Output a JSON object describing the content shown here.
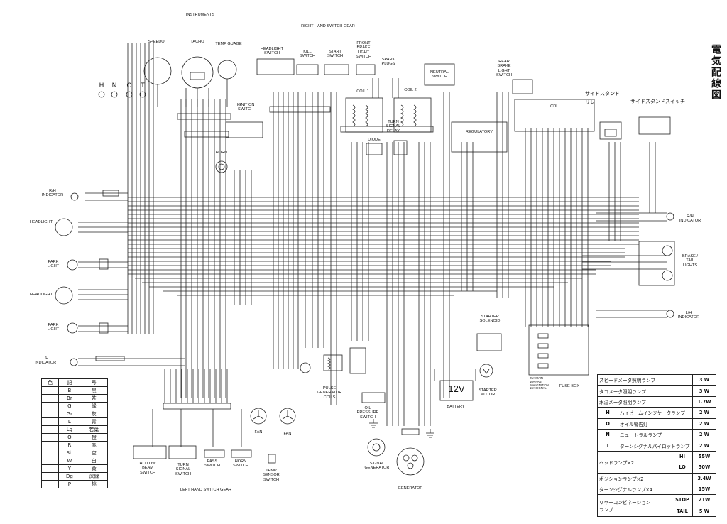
{
  "labels": {
    "instruments": "INSTRUMENTS",
    "right_hand_switch_gear": "RIGHT HAND SWITCH GEAR",
    "left_hand_switch_gear": "LEFT HAND SWITCH GEAR",
    "speedo": "SPEEDO",
    "tacho": "TACHO",
    "temp_guage": "TEMP GUAGE",
    "indicator_letters": [
      "H",
      "N",
      "O",
      "T"
    ],
    "headlight_switch": "HEADLIGHT\nSWITCH",
    "kill_switch": "KILL\nSWITCH",
    "start_switch": "START\nSWITCH",
    "front_brake_light_switch": "FRONT\nBRAKE\nLIGHT\nSWITCH",
    "spark_plugs": "SPARK\nPLUGS",
    "neutral_switch": "NEUTRAL\nSWITCH",
    "rear_brake_light_switch": "REAR\nBRAKE\nLIGHT\nSWITCH",
    "ignition_switch": "IGNITION\nSWITCH",
    "horn": "HORN",
    "coil1": "COIL 1",
    "coil2": "COIL 2",
    "diode": "DIODE",
    "turn_signal_relay": "TURN\nSIGNAL\nRELAY",
    "regulator": "REGULATORY",
    "cdi": "CDI",
    "side_stand_relay": "サイドスタンド\nリレー",
    "side_stand_switch": "サイドスタンドスイッチ",
    "title_jp": "電気配線図",
    "rh_indicator_left": "R/H\nINDICATOR",
    "headlight_top": "HEADLIGHT",
    "park_light_top": "PARK\nLIGHT",
    "headlight_bottom": "HEADLIGHT",
    "park_light_bottom": "PARK\nLIGHT",
    "lh_indicator_left": "L/H\nINDICATOR",
    "rh_indicator_right": "R/H\nINDICATOR",
    "brake_tail_lights": "BRAKE /\nTAIL\nLIGHTS",
    "lh_indicator_right": "L/H\nINDICATOR",
    "starter_solenoid": "STARTER\nSOLENOID",
    "fuse_box": "FUSE BOX",
    "battery": "BATTERY",
    "battery_voltage": "12V",
    "starter_motor": "STARTER\nMOTOR",
    "pulse_generator_coils": "PULSE\nGENERATOR\nCOILS",
    "oil_pressure_switch": "OIL\nPRESSURE\nSWITCH",
    "signal_generator": "SIGNAL\nGENERATOR",
    "generator": "GENERATOR",
    "fan1": "FAN",
    "fan2": "FAN",
    "temp_sensor_switch": "TEMP\nSENSOR\nSWITCH",
    "hi_low_beam_switch": "HI / LOW\nBEAM\nSWITCH",
    "turn_signal_switch": "TURN\nSIGNAL\nSWITCH",
    "pass_switch": "PASS\nSWITCH",
    "horn_switch": "HORN\nSWITCH"
  },
  "fuses": [
    "25A MAIN",
    "10A FAN",
    "10A IGNITION",
    "10A SIGNAL"
  ],
  "color_code": {
    "headers": [
      "色",
      "記",
      "号"
    ],
    "rows": [
      {
        "code": "B",
        "jp": "黒"
      },
      {
        "code": "Br",
        "jp": "茶"
      },
      {
        "code": "G",
        "jp": "緑"
      },
      {
        "code": "Gr",
        "jp": "灰"
      },
      {
        "code": "L",
        "jp": "青"
      },
      {
        "code": "Lg",
        "jp": "若葉"
      },
      {
        "code": "O",
        "jp": "橙"
      },
      {
        "code": "R",
        "jp": "赤"
      },
      {
        "code": "Sb",
        "jp": "空"
      },
      {
        "code": "W",
        "jp": "白"
      },
      {
        "code": "Y",
        "jp": "黄"
      },
      {
        "code": "Dg",
        "jp": "深緑"
      },
      {
        "code": "P",
        "jp": "桃"
      }
    ]
  },
  "bulbs": {
    "speedo_lamp": {
      "name": "スピードメータ照明ランプ",
      "watt": "3 W"
    },
    "tacho_lamp": {
      "name": "タコメータ照明ランプ",
      "watt": "3 W"
    },
    "temp_lamp": {
      "name": "水温メータ照明ランプ",
      "watt": "1.7W"
    },
    "high_beam": {
      "key": "H",
      "name": "ハイビームインジケータランプ",
      "watt": "2 W"
    },
    "oil": {
      "key": "O",
      "name": "オイル警告灯",
      "watt": "2 W"
    },
    "neutral": {
      "key": "N",
      "name": "ニュートラルランプ",
      "watt": "2 W"
    },
    "turn_pilot": {
      "key": "T",
      "name": "ターンシグナルパイロットランプ",
      "watt": "2 W"
    },
    "headlamp": {
      "name": "ヘッドランプ×2",
      "hi": "HI",
      "hi_watt": "55W",
      "lo": "LO",
      "lo_watt": "50W"
    },
    "position": {
      "name": "ポジションランプ×2",
      "watt": "3.4W"
    },
    "turn_signal": {
      "name": "ターンシグナルランプ×4",
      "watt": "15W"
    },
    "rear_combo": {
      "name": "リヤーコンビネーション\nランプ",
      "stop": "STOP",
      "stop_watt": "21W",
      "tail": "TAIL",
      "tail_watt": "5 W"
    }
  }
}
